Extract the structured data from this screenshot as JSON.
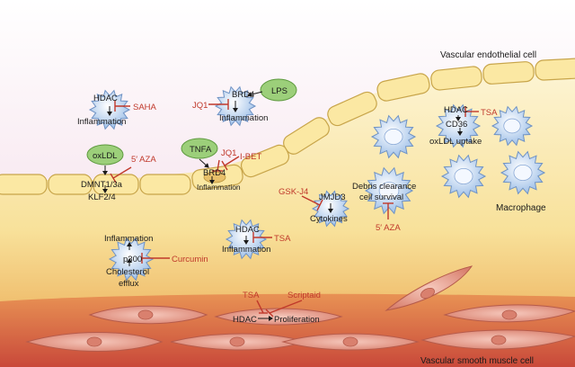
{
  "colors": {
    "inhibitor": "#c0392b",
    "cell_fill": "#cfe0f5",
    "endothelial_fill": "#fbe8a3",
    "stimulus_fill": "#9ccf7a",
    "smc_fill": "#e7a89a"
  },
  "labels": {
    "vascular_endothelial_cell": "Vascular endothelial cell",
    "macrophage": "Macrophage",
    "vascular_smooth_muscle_cell": "Vascular smooth muscle cell"
  },
  "cells": {
    "c1": {
      "top": "HDAC",
      "bottom": "Inflammation",
      "drug": "SAHA"
    },
    "c2": {
      "top": "BRD4",
      "bottom": "Inflammation",
      "drug": "JQ1",
      "stimulus": "LPS"
    },
    "c3": {
      "stimulus": "oxLDL",
      "top": "DMNT1/3a",
      "bottom": "KLF2/4",
      "drug": "5′ AZA"
    },
    "c4": {
      "stimulus": "TNFA",
      "top": "BRD4",
      "bottom": "Inflammation",
      "drug1": "JQ1",
      "drug2": "I-BET"
    },
    "c5": {
      "top": "HDAC",
      "middle": "CD36",
      "bottom": "oxLDL uptake",
      "drug": "TSA"
    },
    "c6": {
      "top": "JMJD3",
      "bottom": "Cytokines",
      "drug": "GSK-J4"
    },
    "c7": {
      "top": "HDAC",
      "bottom": "Inflammation",
      "drug": "TSA"
    },
    "c8": {
      "top": "Inflammation",
      "middle": "p300",
      "bottom1": "Cholesterol",
      "bottom2": "efflux",
      "drug": "Curcumin"
    },
    "c9": {
      "line1": "Debris clearance",
      "line2": "cell survival",
      "drug": "5′ AZA"
    },
    "c10": {
      "left": "HDAC",
      "right": "Proliferation",
      "drug1": "TSA",
      "drug2": "Scriptaid"
    }
  }
}
